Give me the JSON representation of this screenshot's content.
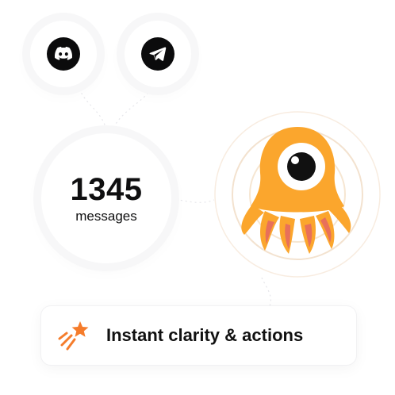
{
  "icons": {
    "discord": "discord-icon",
    "telegram": "telegram-icon",
    "shooting_star": "shooting-star-icon",
    "mascot": "octopus-mascot"
  },
  "stats": {
    "message_count": "1345",
    "message_label": "messages"
  },
  "cta": {
    "label": "Instant clarity & actions"
  },
  "colors": {
    "mascot_body": "#FBA62D",
    "mascot_tentacle_inner": "#E8705A",
    "ring": "#F6E6D2",
    "star": "#F57C2B"
  }
}
